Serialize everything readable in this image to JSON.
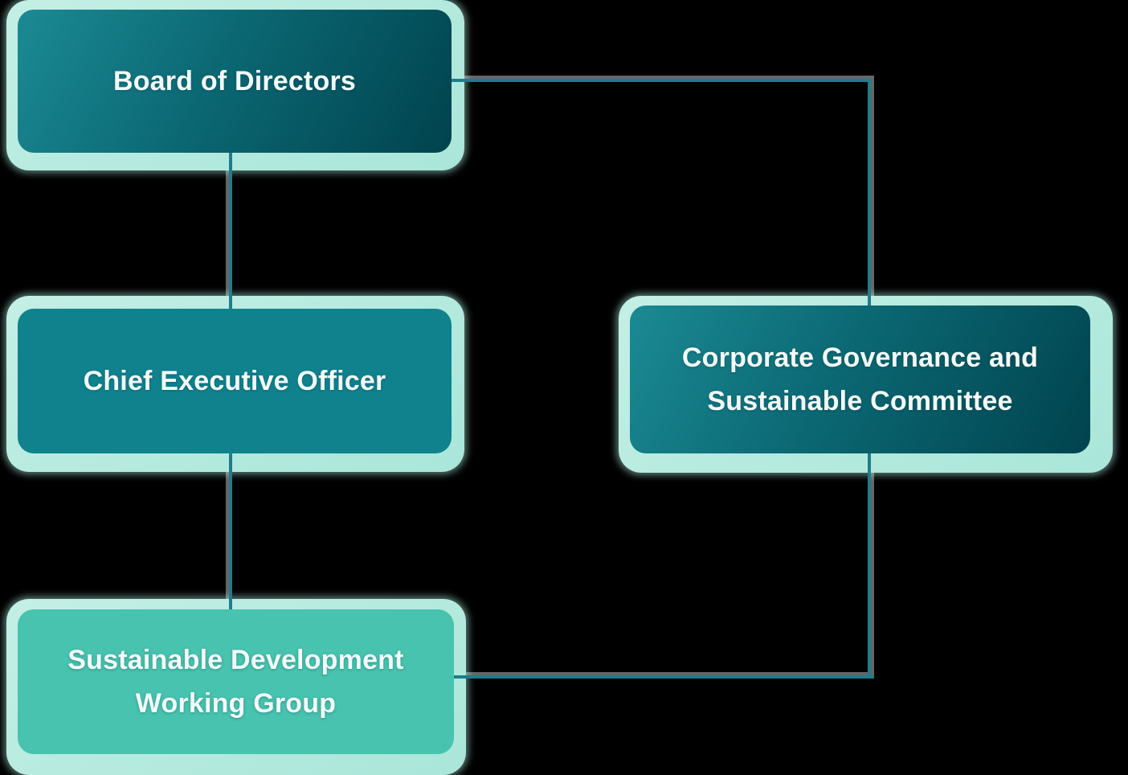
{
  "diagram": {
    "type": "org-chart",
    "nodes": [
      {
        "id": "board",
        "label": "Board of Directors",
        "style": "gradient-dark-teal"
      },
      {
        "id": "ceo",
        "label": "Chief Executive Officer",
        "style": "solid-teal"
      },
      {
        "id": "sdwg",
        "label": "Sustainable Development Working Group",
        "style": "solid-seafoam"
      },
      {
        "id": "cgsc",
        "label": "Corporate Governance and Sustainable Committee",
        "style": "gradient-dark-teal"
      }
    ],
    "connectors": [
      {
        "from": "board",
        "to": "ceo",
        "shape": "vertical"
      },
      {
        "from": "ceo",
        "to": "sdwg",
        "shape": "vertical"
      },
      {
        "from": "board",
        "to": "cgsc",
        "shape": "elbow-right-down"
      },
      {
        "from": "cgsc",
        "to": "sdwg",
        "shape": "elbow-down-left"
      }
    ]
  },
  "colors": {
    "background": "#000000",
    "glow_mint": "#a9e6d9",
    "glow_mint_light": "#c4efe5",
    "node_dark_start": "#1b8a94",
    "node_dark_end": "#00434e",
    "node_teal": "#0f828e",
    "node_seafoam": "#47c3af",
    "label_text": "#f4fbfa",
    "line_teal": "#1e7d8d",
    "line_gray": "#666666"
  }
}
